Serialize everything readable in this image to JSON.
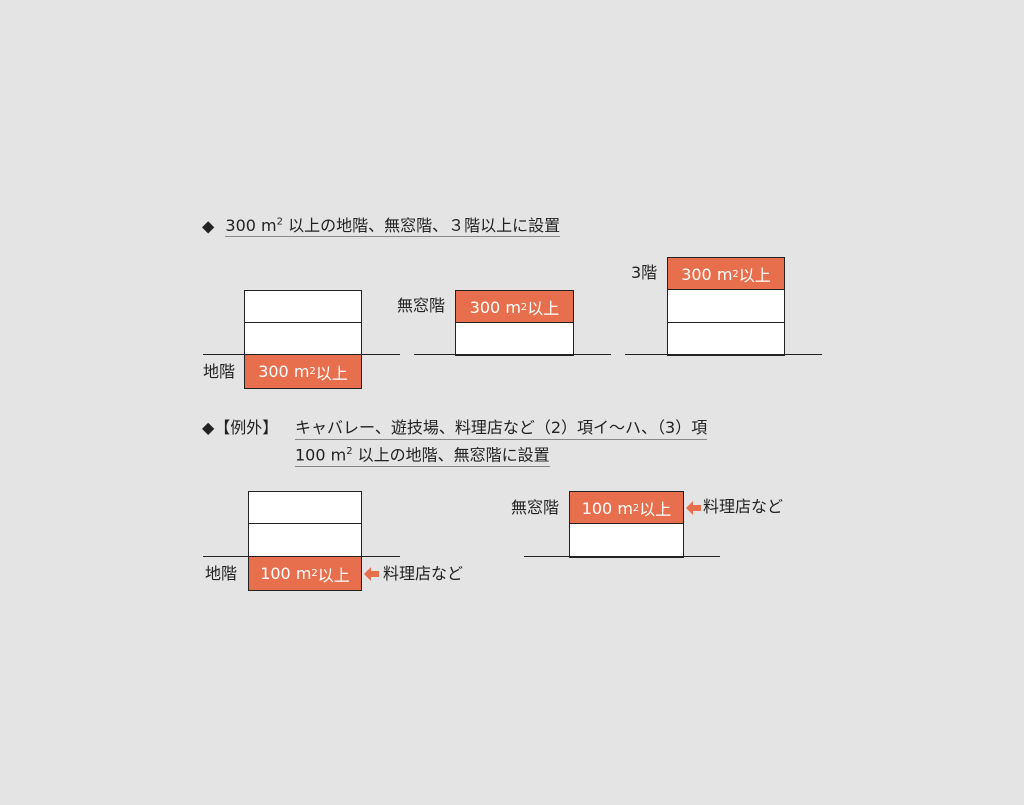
{
  "section1": {
    "bullet": "◆",
    "title_pre": "300 m",
    "title_sup": "2",
    "title_post": " 以上の地階、無窓階、３階以上に設置"
  },
  "diagram1": {
    "label": "地階",
    "area_num": "300 m",
    "area_sup": "2",
    "area_post": " 以上"
  },
  "diagram2": {
    "label": "無窓階",
    "area_num": "300 m",
    "area_sup": "2",
    "area_post": " 以上"
  },
  "diagram3": {
    "label": "3階",
    "area_num": "300 m",
    "area_sup": "2",
    "area_post": " 以上"
  },
  "section2": {
    "bullet": "◆【例外】",
    "line1": "キャバレー、遊技場、料理店など（2）項イ～ハ、（3）項",
    "line2_pre": "100 m",
    "line2_sup": "2",
    "line2_post": " 以上の地階、無窓階に設置"
  },
  "diagram4": {
    "label": "地階",
    "area_num": "100 m",
    "area_sup": "2",
    "area_post": " 以上",
    "note": "料理店など"
  },
  "diagram5": {
    "label": "無窓階",
    "area_num": "100 m",
    "area_sup": "2",
    "area_post": " 以上",
    "note": "料理店など"
  },
  "colors": {
    "accent": "#e86f4d",
    "background": "#e4e4e4"
  }
}
